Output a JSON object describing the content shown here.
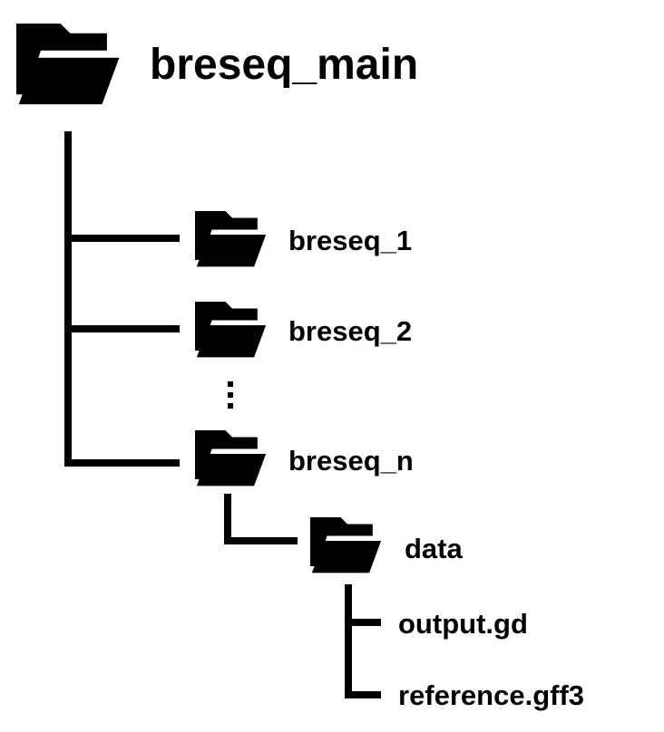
{
  "colors": {
    "line": "#000000",
    "folder": "#000000",
    "background": "#ffffff"
  },
  "root": {
    "label": "breseq_main",
    "icon": "folder-open-icon"
  },
  "children": [
    {
      "label": "breseq_1",
      "icon": "folder-open-icon"
    },
    {
      "label": "breseq_2",
      "icon": "folder-open-icon"
    },
    {
      "label": "breseq_n",
      "icon": "folder-open-icon"
    }
  ],
  "ellipsis": {
    "icon": "vertical-ellipsis-icon"
  },
  "subfolder": {
    "label": "data",
    "icon": "folder-open-icon"
  },
  "files": [
    {
      "label": "output.gd"
    },
    {
      "label": "reference.gff3"
    }
  ]
}
